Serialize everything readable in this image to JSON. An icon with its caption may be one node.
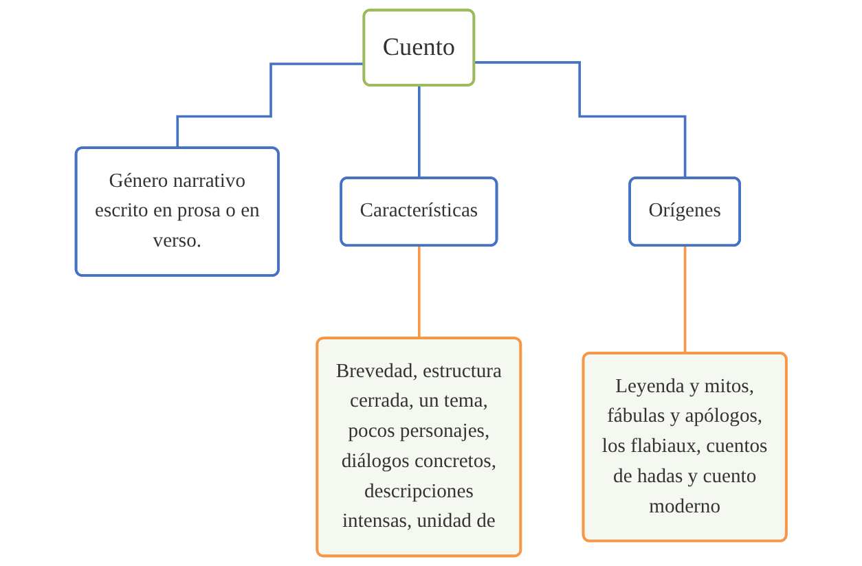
{
  "diagram": {
    "nodes": [
      {
        "text": [
          "Cuento"
        ]
      },
      {
        "text": [
          "Género narrativo escrito en prosa o en verso."
        ]
      },
      {
        "text": [
          "Características"
        ]
      },
      {
        "text": [
          "Orígenes"
        ]
      },
      {
        "text": [
          "Brevedad, estructura cerrada, un tema, pocos personajes, diálogos concretos, descripciones intensas, unidad de"
        ]
      },
      {
        "text": [
          "Leyenda y mitos, fábulas y apólogos, los flabiaux, cuentos de hadas y cuento moderno"
        ]
      }
    ],
    "edges": [
      {
        "from": 0,
        "to": 1,
        "arrow": "none"
      },
      {
        "from": 0,
        "to": 2,
        "arrow": "none"
      },
      {
        "from": 0,
        "to": 3,
        "arrow": "none"
      },
      {
        "from": 2,
        "to": 4,
        "arrow": "none",
        "color": "#f79646"
      },
      {
        "from": 3,
        "to": 5,
        "arrow": "none",
        "color": "#f79646"
      }
    ]
  }
}
